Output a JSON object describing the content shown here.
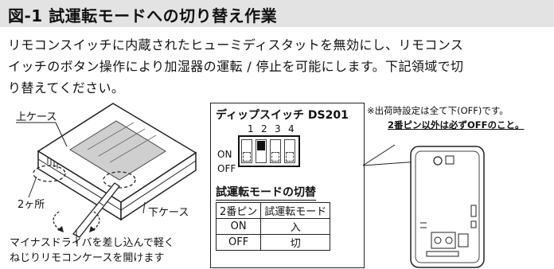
{
  "title": "図-1 試運転モードへの切り替え作業",
  "description": [
    "リモコンスイッチに内蔵されたヒューミディスタットを無効にし、リモコンス",
    "イッチのボタン操作により加湿器の運転 / 停止を可能にします。下記領域で切",
    "り替えてください。"
  ],
  "left_figure": {
    "upper_case_label": "上ケース",
    "lower_case_label": "下ケース",
    "two_places_label": "2ヶ所",
    "instruction": [
      "マイナスドライバを差し込んで軽く",
      "ねじりリモコンケースを開けます"
    ]
  },
  "dip_switch": {
    "title": "ディップスイッチ DS201",
    "numbers": [
      "1",
      "2",
      "3",
      "4"
    ],
    "on_label": "ON",
    "off_label": "OFF",
    "positions": [
      "off",
      "on",
      "off",
      "off"
    ]
  },
  "mode_table": {
    "heading": "試運転モードの切替",
    "headers": [
      "2番ピン",
      "試運転モード"
    ],
    "rows": [
      [
        "ON",
        "入"
      ],
      [
        "OFF",
        "切"
      ]
    ]
  },
  "notes": {
    "factory_setting": "※出荷時設定は全て下(OFF)です。",
    "warning": "2番ピン以外は必ずOFFのこと。"
  }
}
